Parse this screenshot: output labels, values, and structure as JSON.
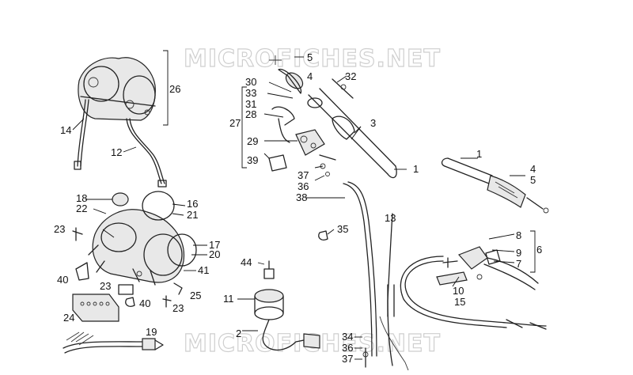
{
  "watermark": {
    "top": "MICROFICHES.NET",
    "bottom": "MICROFICHES.NET"
  },
  "callouts": [
    {
      "id": "c5a",
      "text": "5"
    },
    {
      "id": "c4a",
      "text": "4"
    },
    {
      "id": "c32",
      "text": "32"
    },
    {
      "id": "c26",
      "text": "26"
    },
    {
      "id": "c30",
      "text": "30"
    },
    {
      "id": "c33",
      "text": "33"
    },
    {
      "id": "c31",
      "text": "31"
    },
    {
      "id": "c28",
      "text": "28"
    },
    {
      "id": "c27",
      "text": "27"
    },
    {
      "id": "c29",
      "text": "29"
    },
    {
      "id": "c39",
      "text": "39"
    },
    {
      "id": "c3",
      "text": "3"
    },
    {
      "id": "c14",
      "text": "14"
    },
    {
      "id": "c12",
      "text": "12"
    },
    {
      "id": "c1a",
      "text": "1"
    },
    {
      "id": "c1b",
      "text": "1"
    },
    {
      "id": "c4b",
      "text": "4"
    },
    {
      "id": "c5b",
      "text": "5"
    },
    {
      "id": "c37a",
      "text": "37"
    },
    {
      "id": "c36a",
      "text": "36"
    },
    {
      "id": "c38",
      "text": "38"
    },
    {
      "id": "c13",
      "text": "13"
    },
    {
      "id": "c18",
      "text": "18"
    },
    {
      "id": "c22",
      "text": "22"
    },
    {
      "id": "c16",
      "text": "16"
    },
    {
      "id": "c21",
      "text": "21"
    },
    {
      "id": "c23a",
      "text": "23"
    },
    {
      "id": "c17",
      "text": "17"
    },
    {
      "id": "c20",
      "text": "20"
    },
    {
      "id": "c41",
      "text": "41"
    },
    {
      "id": "c40a",
      "text": "40"
    },
    {
      "id": "c23b",
      "text": "23"
    },
    {
      "id": "c40b",
      "text": "40"
    },
    {
      "id": "c25",
      "text": "25"
    },
    {
      "id": "c23c",
      "text": "23"
    },
    {
      "id": "c24",
      "text": "24"
    },
    {
      "id": "c19",
      "text": "19"
    },
    {
      "id": "c35",
      "text": "35"
    },
    {
      "id": "c44",
      "text": "44"
    },
    {
      "id": "c11",
      "text": "11"
    },
    {
      "id": "c2",
      "text": "2"
    },
    {
      "id": "c34",
      "text": "34"
    },
    {
      "id": "c36b",
      "text": "36"
    },
    {
      "id": "c37b",
      "text": "37"
    },
    {
      "id": "c8",
      "text": "8"
    },
    {
      "id": "c9",
      "text": "9"
    },
    {
      "id": "c6",
      "text": "6"
    },
    {
      "id": "c7",
      "text": "7"
    },
    {
      "id": "c10",
      "text": "10"
    },
    {
      "id": "c15",
      "text": "15"
    }
  ]
}
